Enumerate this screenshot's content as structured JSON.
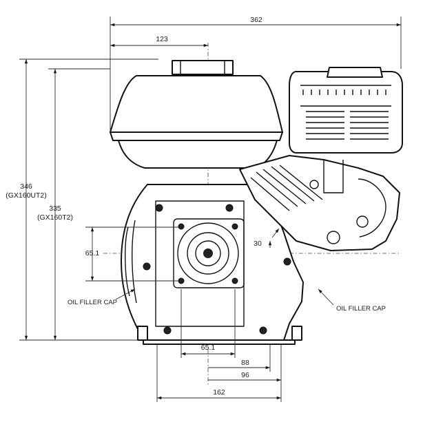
{
  "dimensions": {
    "overall_width": "362",
    "fuel_tank_offset": "123",
    "height_ut2_value": "346",
    "height_ut2_model": "(GX160UT2)",
    "height_t2_value": "335",
    "height_t2_model": "(GX160T2)",
    "shaft_height": "65.1",
    "angle": "30",
    "base_shaft_offset": "65.1",
    "base_88": "88",
    "base_96": "96",
    "base_width": "162"
  },
  "labels": {
    "oil_filler_cap_left": "OIL FILLER CAP",
    "oil_filler_cap_right": "OIL FILLER CAP"
  }
}
